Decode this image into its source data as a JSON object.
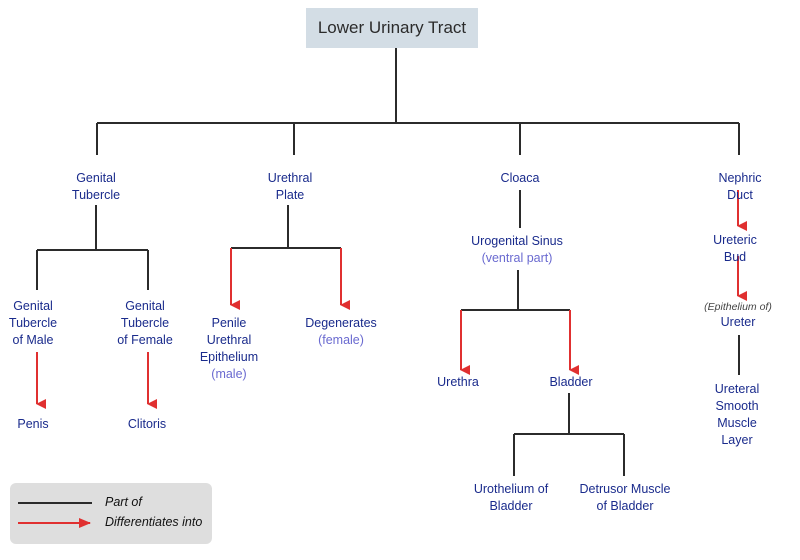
{
  "root": {
    "label": "Lower Urinary Tract"
  },
  "nodes": {
    "genital_tubercle": {
      "label": "Genital\nTubercle"
    },
    "urethral_plate": {
      "label": "Urethral\nPlate"
    },
    "cloaca": {
      "label": "Cloaca"
    },
    "nephric_duct": {
      "label": "Nephric Duct"
    },
    "gt_male": {
      "label": "Genital\nTubercle\nof Male"
    },
    "gt_female": {
      "label": "Genital\nTubercle\nof Female"
    },
    "penis": {
      "label": "Penis"
    },
    "clitoris": {
      "label": "Clitoris"
    },
    "penile_epithelium": {
      "label": "Penile\nUrethral\nEpithelium",
      "sub": "(male)"
    },
    "degenerates": {
      "label": "Degenerates",
      "sub": "(female)"
    },
    "urogenital_sinus": {
      "label": "Urogenital Sinus",
      "sub": "(ventral part)"
    },
    "urethra": {
      "label": "Urethra"
    },
    "bladder": {
      "label": "Bladder"
    },
    "urothelium": {
      "label": "Urothelium of\nBladder"
    },
    "detrusor": {
      "label": "Detrusor Muscle\nof Bladder"
    },
    "ureteric_bud": {
      "label": "Ureteric Bud"
    },
    "ureter": {
      "pre": "(Epithelium of)",
      "label": "Ureter"
    },
    "ureteral_smooth_muscle": {
      "label": "Ureteral Smooth\nMuscle Layer"
    }
  },
  "legend": {
    "part_of": "Part of",
    "differentiates_into": "Differentiates into"
  },
  "colors": {
    "line": "#2b2b2b",
    "arrow": "#e03030",
    "node_text": "#1a2b8c",
    "sub_text": "#6a6ad0",
    "root_bg": "#d3dde5",
    "legend_bg": "#dedede"
  }
}
